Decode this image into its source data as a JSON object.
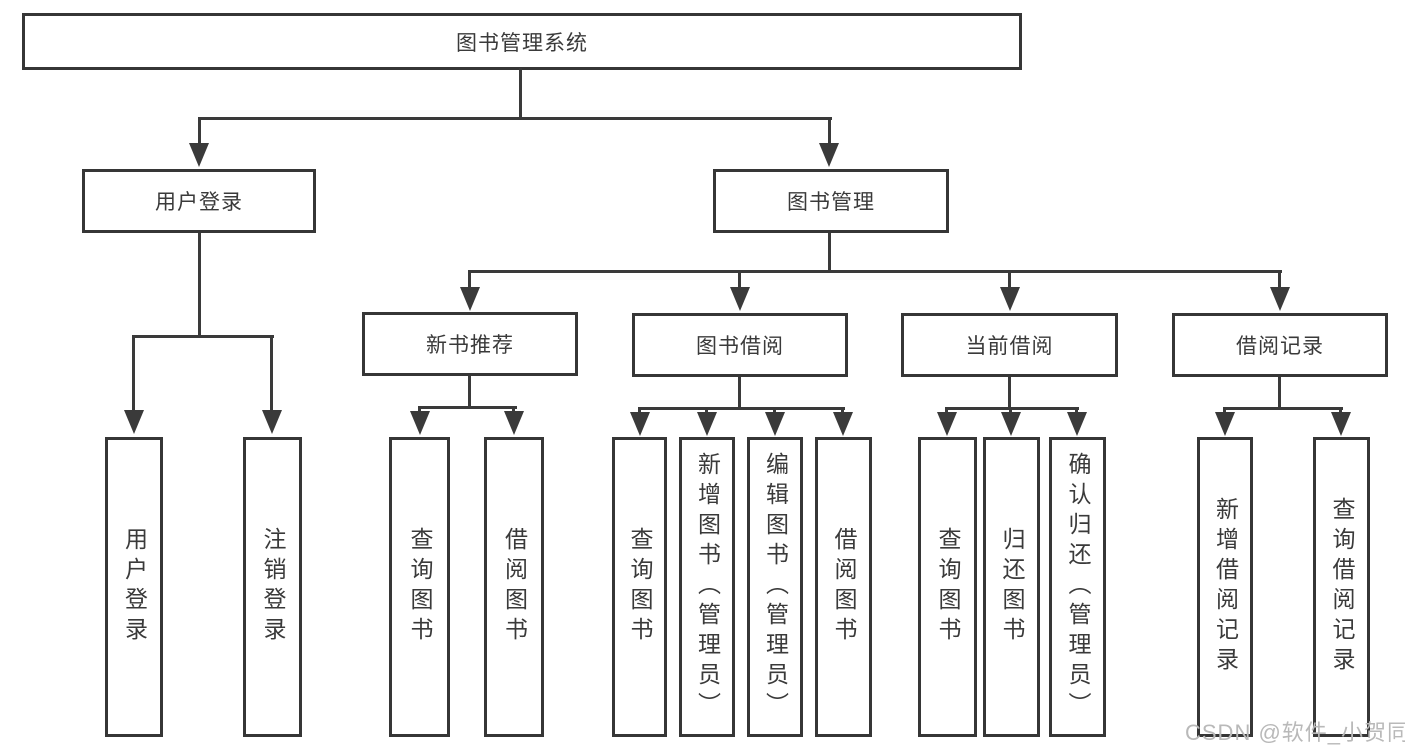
{
  "diagram": {
    "root": {
      "label": "图书管理系统"
    },
    "level1": [
      {
        "label": "用户登录"
      },
      {
        "label": "图书管理"
      }
    ],
    "level2": [
      {
        "label": "新书推荐"
      },
      {
        "label": "图书借阅"
      },
      {
        "label": "当前借阅"
      },
      {
        "label": "借阅记录"
      }
    ],
    "leaves": [
      {
        "label": "用户登录"
      },
      {
        "label": "注销登录"
      },
      {
        "label": "查询图书"
      },
      {
        "label": "借阅图书"
      },
      {
        "label": "查询图书"
      },
      {
        "label": "新增图书（管理员）"
      },
      {
        "label": "编辑图书（管理员）"
      },
      {
        "label": "借阅图书"
      },
      {
        "label": "查询图书"
      },
      {
        "label": "归还图书"
      },
      {
        "label": "确认归还（管理员）"
      },
      {
        "label": "新增借阅记录"
      },
      {
        "label": "查询借阅记录"
      }
    ]
  },
  "watermark": {
    "text": "CSDN @软件_小贺同学"
  },
  "colors": {
    "line": "#3a3a3a",
    "text": "#3a3a3a",
    "watermark": "#b9b9b9",
    "background": "#ffffff"
  }
}
